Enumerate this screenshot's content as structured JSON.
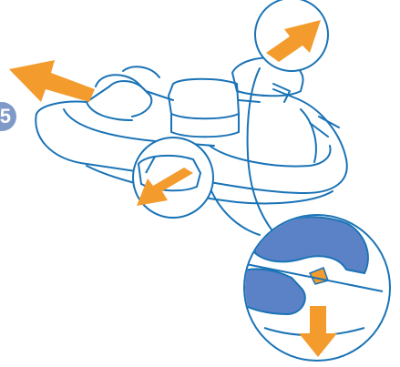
{
  "diagram": {
    "step_number": "5",
    "colors": {
      "outline": "#1a73b6",
      "arrow": "#f39c2d",
      "hand": "#5b82c6",
      "badge": "#7f9ac9",
      "background": "#ffffff"
    },
    "parts": {
      "main": "car-seat-base-outline",
      "detail_top": "top-tab-callout",
      "detail_lower": "lower-latch-callout",
      "detail_hand": "hand-pressing-button-callout"
    }
  }
}
